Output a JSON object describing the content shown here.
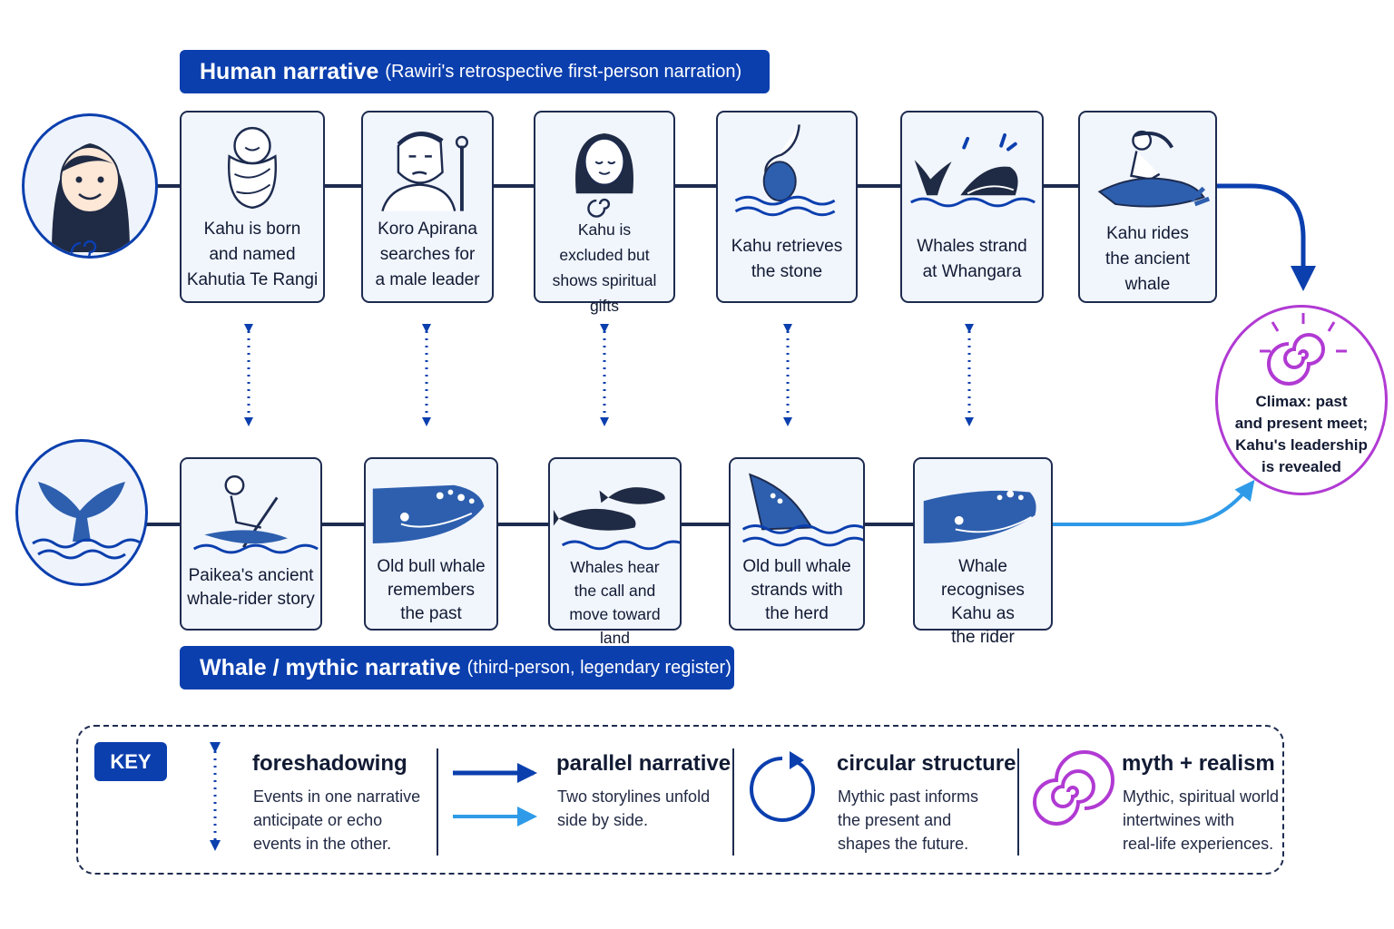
{
  "human_banner": {
    "title": "Human narrative",
    "subtitle": "(Rawiri's retrospective first-person narration)"
  },
  "whale_banner": {
    "title": "Whale / mythic narrative",
    "subtitle": "(third-person, legendary register)"
  },
  "human_events": [
    {
      "label": "Kahu is born\nand named\nKahutia Te Rangi",
      "icon": "swaddled-baby-icon"
    },
    {
      "label": "Koro Apirana\nsearches for\na male leader",
      "icon": "elder-with-staff-icon"
    },
    {
      "label": "Kahu is\nexcluded but\nshows spiritual gifts",
      "icon": "girl-with-koru-icon"
    },
    {
      "label": "Kahu retrieves\nthe stone",
      "icon": "hand-with-stone-icon"
    },
    {
      "label": "Whales strand\nat Whangara",
      "icon": "stranding-whales-icon"
    },
    {
      "label": "Kahu rides\nthe ancient\nwhale",
      "icon": "girl-riding-whale-icon"
    }
  ],
  "whale_events": [
    {
      "label": "Paikea's ancient\nwhale-rider story",
      "icon": "paikea-paddling-icon"
    },
    {
      "label": "Old bull whale\nremembers\nthe past",
      "icon": "bull-whale-head-icon"
    },
    {
      "label": "Whales hear\nthe call and\nmove toward land",
      "icon": "swimming-whales-icon"
    },
    {
      "label": "Old bull whale\nstrands with\nthe herd",
      "icon": "breaching-whale-icon"
    },
    {
      "label": "Whale recognises\nKahu as\nthe rider",
      "icon": "whale-eye-icon"
    }
  ],
  "climax": {
    "text": "Climax: past\nand present meet;\nKahu's leadership\nis revealed"
  },
  "key": {
    "badge": "KEY",
    "items": [
      {
        "title": "foreshadowing",
        "desc": "Events in one narrative\nanticipate or echo\nevents in the other."
      },
      {
        "title": "parallel narrative",
        "desc": "Two storylines unfold\nside by side."
      },
      {
        "title": "circular structure",
        "desc": "Mythic past informs\nthe present and\nshapes the future."
      },
      {
        "title": "myth + realism",
        "desc": "Mythic, spiritual world\nintertwines with\nreal-life experiences."
      }
    ]
  },
  "colors": {
    "navy": "#0b3fae",
    "light_blue": "#2f9be8",
    "purple": "#b13ad3",
    "outline": "#1d2b4f",
    "card_fill": "#f1f5fc"
  }
}
